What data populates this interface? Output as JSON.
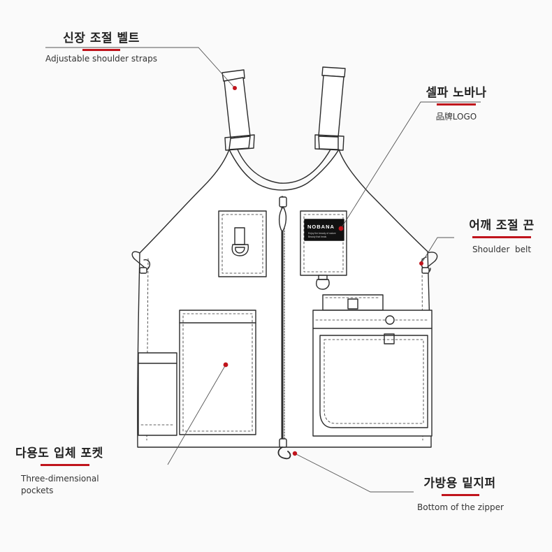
{
  "colors": {
    "accent": "#c0141c",
    "line": "#2b2b2b",
    "leader": "#555555",
    "fabric": "#ffffff"
  },
  "logo": {
    "brand": "NOBANA",
    "tagline": "Enjoy the beauty of nature",
    "tagline2": "Beauty that heals"
  },
  "labels": [
    {
      "id": "straps",
      "ko": "신장 조절 벨트",
      "en": "Adjustable shoulder straps"
    },
    {
      "id": "logo",
      "ko": "셀파 노바나",
      "en": "品牌LOGO"
    },
    {
      "id": "belt",
      "ko": "어깨 조절 끈",
      "en": "Shoulder  belt"
    },
    {
      "id": "pockets",
      "ko": "다용도 입체 포켓",
      "en": "Three-dimensional\npockets"
    },
    {
      "id": "zipper",
      "ko": "가방용 밑지퍼",
      "en": "Bottom of the zipper"
    }
  ]
}
